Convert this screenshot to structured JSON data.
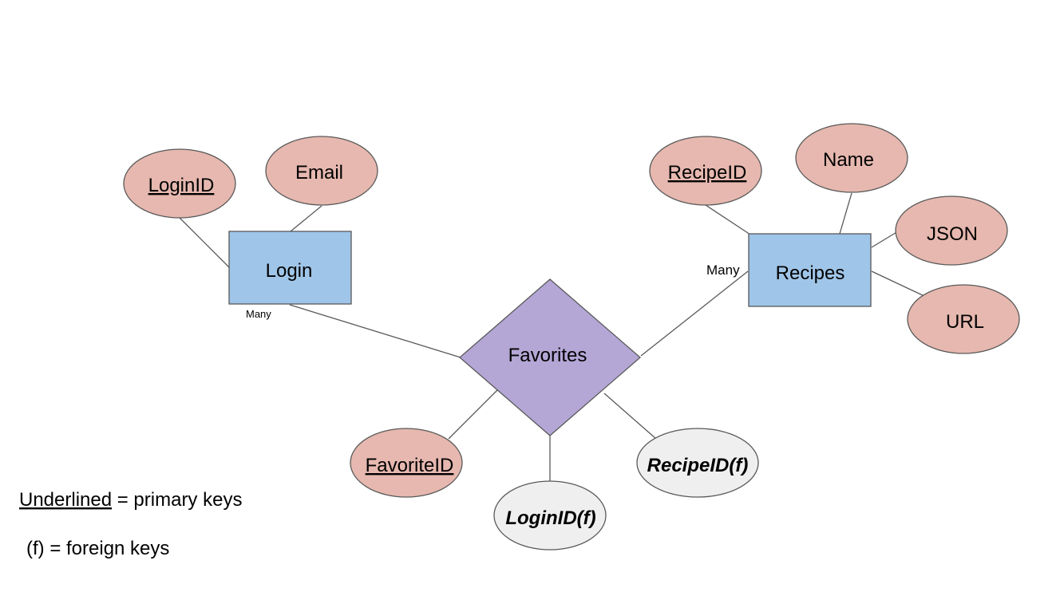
{
  "entities": {
    "login": {
      "label": "Login"
    },
    "recipes": {
      "label": "Recipes"
    }
  },
  "relationship": {
    "label": "Favorites"
  },
  "attributes": {
    "login_id": {
      "label": "LoginID"
    },
    "email": {
      "label": "Email"
    },
    "recipe_id": {
      "label": "RecipeID"
    },
    "name": {
      "label": "Name"
    },
    "json": {
      "label": "JSON"
    },
    "url": {
      "label": "URL"
    },
    "favorite_id": {
      "label": "FavoriteID"
    },
    "fk_login_id": {
      "label": "LoginID(f)"
    },
    "fk_recipe_id": {
      "label": "RecipeID(f)"
    }
  },
  "cardinality": {
    "login_side": "Many",
    "recipes_side": "Many"
  },
  "legend": {
    "underlined_word": "Underlined",
    "primary_suffix": " = primary keys",
    "foreign_line": "(f) = foreign keys"
  },
  "colors": {
    "entity_fill": "#9fc5e8",
    "relationship_fill": "#b4a7d6",
    "key_attr_fill": "#e6b8af",
    "fk_attr_fill": "#efefef",
    "outline": "#595959"
  }
}
